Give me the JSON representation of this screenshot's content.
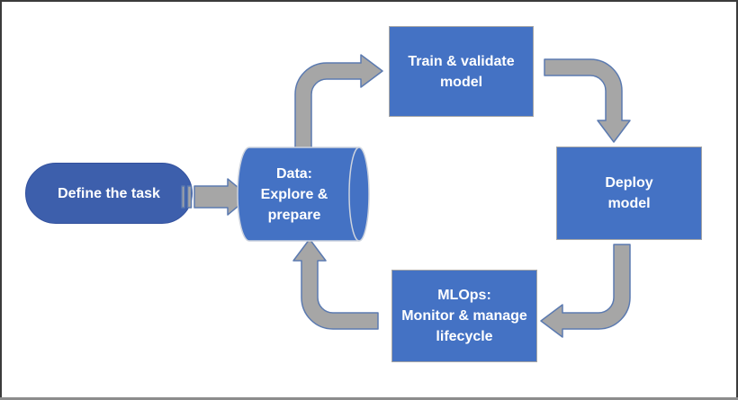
{
  "diagram": {
    "description": "ML lifecycle flow diagram",
    "nodes": {
      "define": {
        "label": "Define the task",
        "shape": "pill"
      },
      "data": {
        "line1": "Data:",
        "line2": "Explore &",
        "line3": "prepare",
        "shape": "cylinder"
      },
      "train": {
        "line1": "Train & validate",
        "line2": "model",
        "shape": "rectangle"
      },
      "deploy": {
        "line1": "Deploy",
        "line2": "model",
        "shape": "rectangle"
      },
      "mlops": {
        "line1": "MLOps:",
        "line2": "Monitor & manage",
        "line3": "lifecycle",
        "shape": "rectangle"
      }
    },
    "edges": [
      {
        "from": "define",
        "to": "data",
        "style": "striped-right-arrow"
      },
      {
        "from": "data",
        "to": "train",
        "style": "bent-arrow-up-right"
      },
      {
        "from": "train",
        "to": "deploy",
        "style": "bent-arrow-right-down"
      },
      {
        "from": "deploy",
        "to": "mlops",
        "style": "bent-arrow-down-left"
      },
      {
        "from": "mlops",
        "to": "data",
        "style": "bent-arrow-left-up"
      }
    ],
    "colors": {
      "node_fill": "#4472C4",
      "node_border": "#A6A6A6",
      "start_node_fill": "#3D5FAC",
      "start_node_border": "#33519E",
      "cylinder_fill": "#4472C4",
      "cylinder_border": "#CDD3DE",
      "arrow_fill": "#A6A6A6",
      "arrow_stroke": "#5B7AB0",
      "text_color": "#FFFFFF",
      "frame_border": "#3B3B3B",
      "frame_bottom_bar": "#8C8C8C",
      "background": "#FFFFFF"
    }
  }
}
